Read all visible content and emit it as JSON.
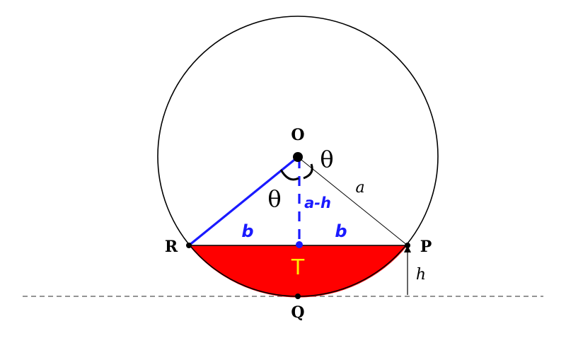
{
  "labels": {
    "O": "O",
    "P": "P",
    "Q": "Q",
    "R": "R",
    "T": "T",
    "a": "a",
    "h": "h",
    "theta_right": "θ",
    "theta_left": "θ",
    "a_minus_h": "a-h",
    "b_left": "b",
    "b_right": "b"
  },
  "colors": {
    "segment_fill": "#ff0000",
    "annotation_blue": "#1a1aff",
    "annotation_yellow": "#ffee00",
    "line": "#000000"
  }
}
